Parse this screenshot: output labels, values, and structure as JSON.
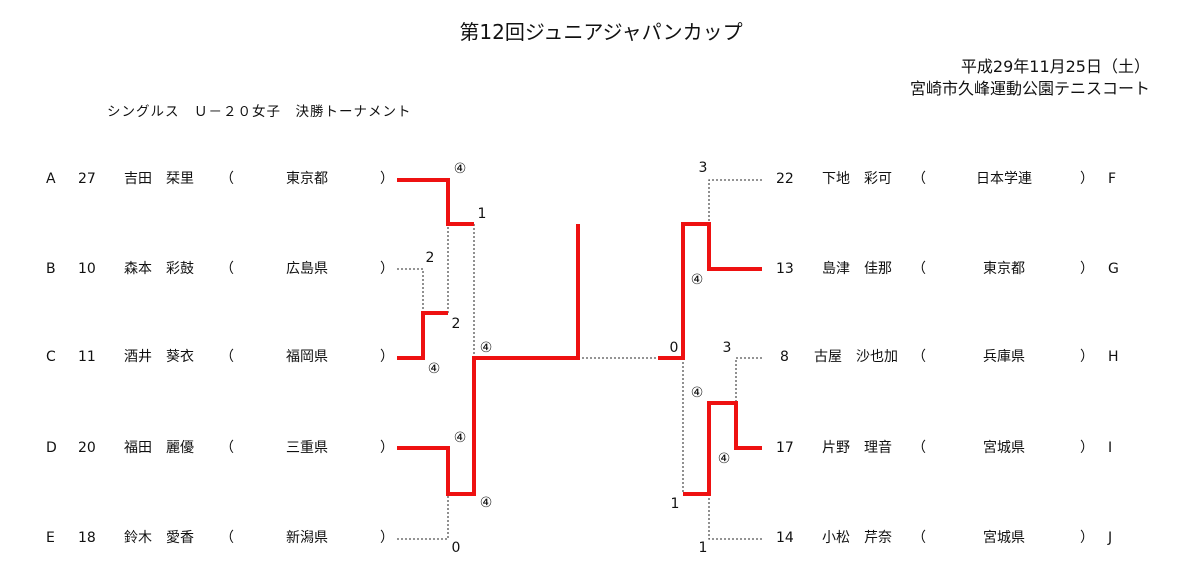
{
  "title": "第12回ジュニアジャパンカップ",
  "date": "平成29年11月25日（土）",
  "venue": "宮崎市久峰運動公園テニスコート",
  "subtitle": "シングルス　Ｕ－２０女子　決勝トーナメント",
  "colors": {
    "winner_line": "#ee1111",
    "loser_line": "#555555"
  },
  "left_players": [
    {
      "slot": "A",
      "seed": "27",
      "name": "吉田　栞里",
      "org": "東京都"
    },
    {
      "slot": "B",
      "seed": "10",
      "name": "森本　彩鼓",
      "org": "広島県"
    },
    {
      "slot": "C",
      "seed": "11",
      "name": "酒井　葵衣",
      "org": "福岡県"
    },
    {
      "slot": "D",
      "seed": "20",
      "name": "福田　麗優",
      "org": "三重県"
    },
    {
      "slot": "E",
      "seed": "18",
      "name": "鈴木　愛香",
      "org": "新潟県"
    }
  ],
  "right_players": [
    {
      "slot": "F",
      "seed": "22",
      "name": "下地　彩可",
      "org": "日本学連"
    },
    {
      "slot": "G",
      "seed": "13",
      "name": "島津　佳那",
      "org": "東京都"
    },
    {
      "slot": "H",
      "seed": "8",
      "name": "古屋　沙也加",
      "org": "兵庫県"
    },
    {
      "slot": "I",
      "seed": "17",
      "name": "片野　理音",
      "org": "宮城県"
    },
    {
      "slot": "J",
      "seed": "14",
      "name": "小松　芹奈",
      "org": "宮城県"
    }
  ],
  "paren_open": "（",
  "paren_close": "）",
  "scores": {
    "ab_win": "④",
    "ab_lose": "1",
    "bc_b": "2",
    "bc_c": "2",
    "bc_c_win": "④",
    "de_d": "④",
    "de_d2": "④",
    "de_e": "0",
    "semi_left": "④",
    "fg_f": "3",
    "fg_g": "④",
    "hi_h": "3",
    "hi_i": "④",
    "hij_hi": "④",
    "hij_j": "1",
    "hij_lose": "1",
    "final_right": "0"
  }
}
